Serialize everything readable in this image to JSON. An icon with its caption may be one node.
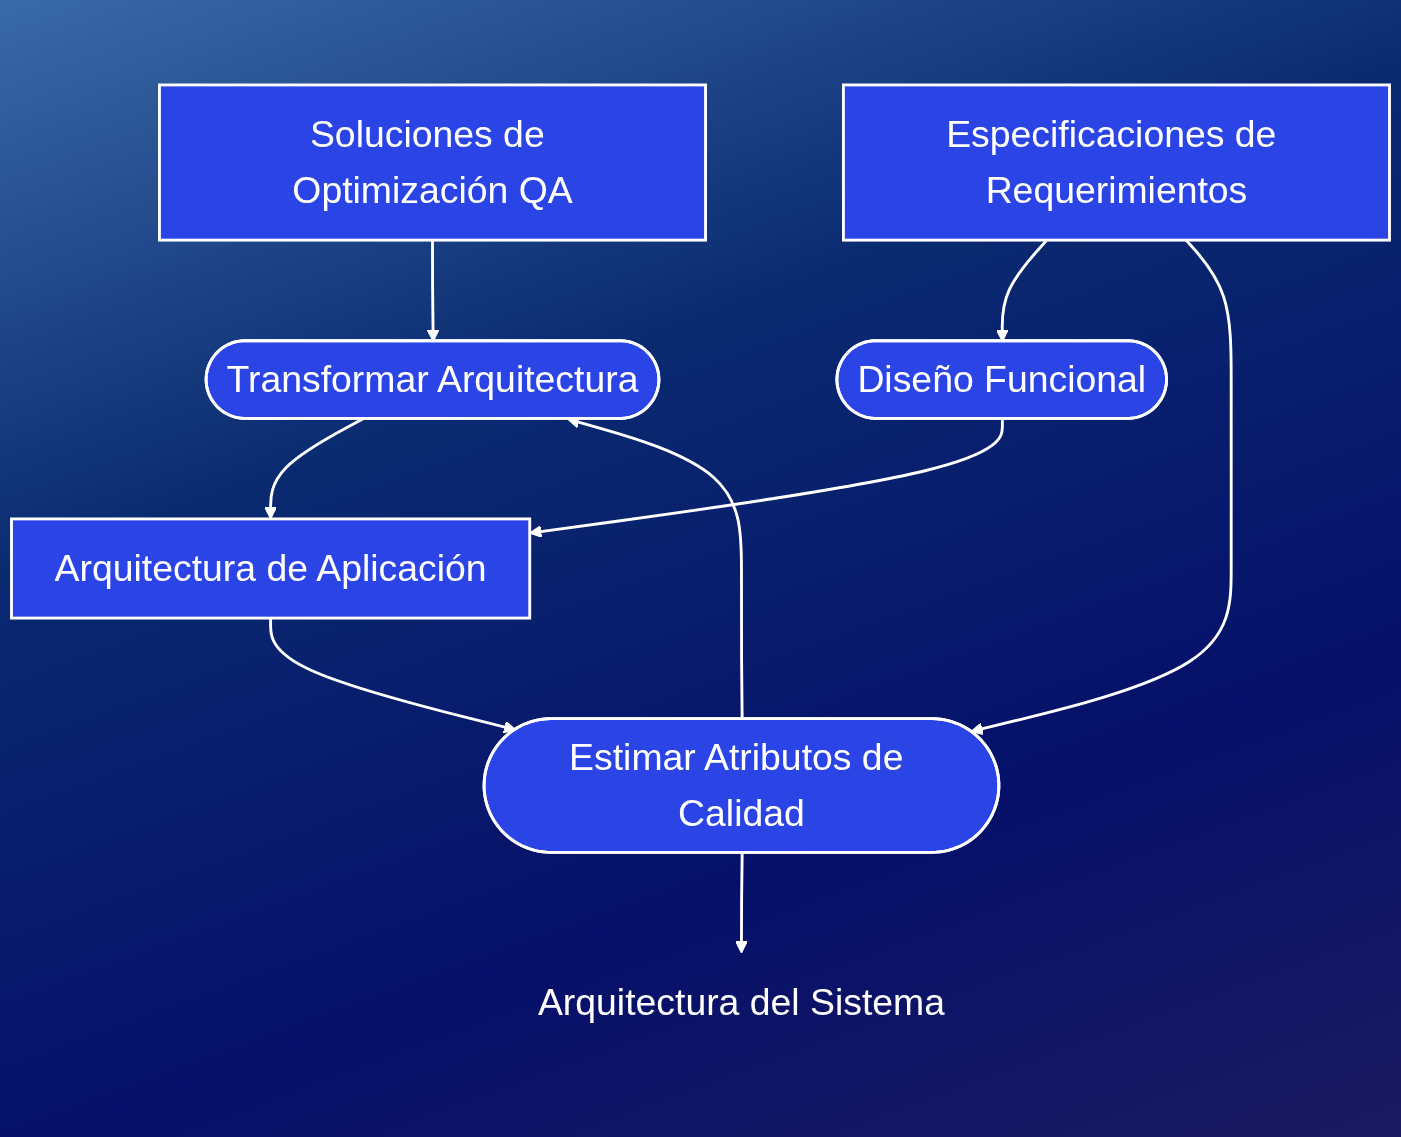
{
  "diagram": {
    "nodes": [
      {
        "text": [
          "Diseño Funcional"
        ]
      },
      {
        "text": [
          "Especificaciones de Requerimientos"
        ]
      },
      {
        "text": [
          "Arquitectura de Aplicación"
        ]
      },
      {
        "text": [
          "Transformar Arquitectura"
        ]
      },
      {
        "text": [
          "Estimar Atributos de Calidad"
        ]
      },
      {
        "text": [
          "Soluciones de Optimización QA"
        ]
      },
      {
        "text": [
          "Arquitectura del Sistema"
        ]
      }
    ],
    "edges": [
      {
        "from": 1,
        "to": 0,
        "arrow": "to"
      },
      {
        "from": 0,
        "to": 2,
        "arrow": "to"
      },
      {
        "from": 3,
        "to": 2,
        "arrow": "to"
      },
      {
        "from": 2,
        "to": 4,
        "arrow": "to"
      },
      {
        "from": 1,
        "to": 4,
        "arrow": "to"
      },
      {
        "from": 4,
        "to": 3,
        "arrow": "to"
      },
      {
        "from": 5,
        "to": 3,
        "arrow": "to"
      },
      {
        "from": 4,
        "to": 6,
        "arrow": "to"
      }
    ]
  }
}
